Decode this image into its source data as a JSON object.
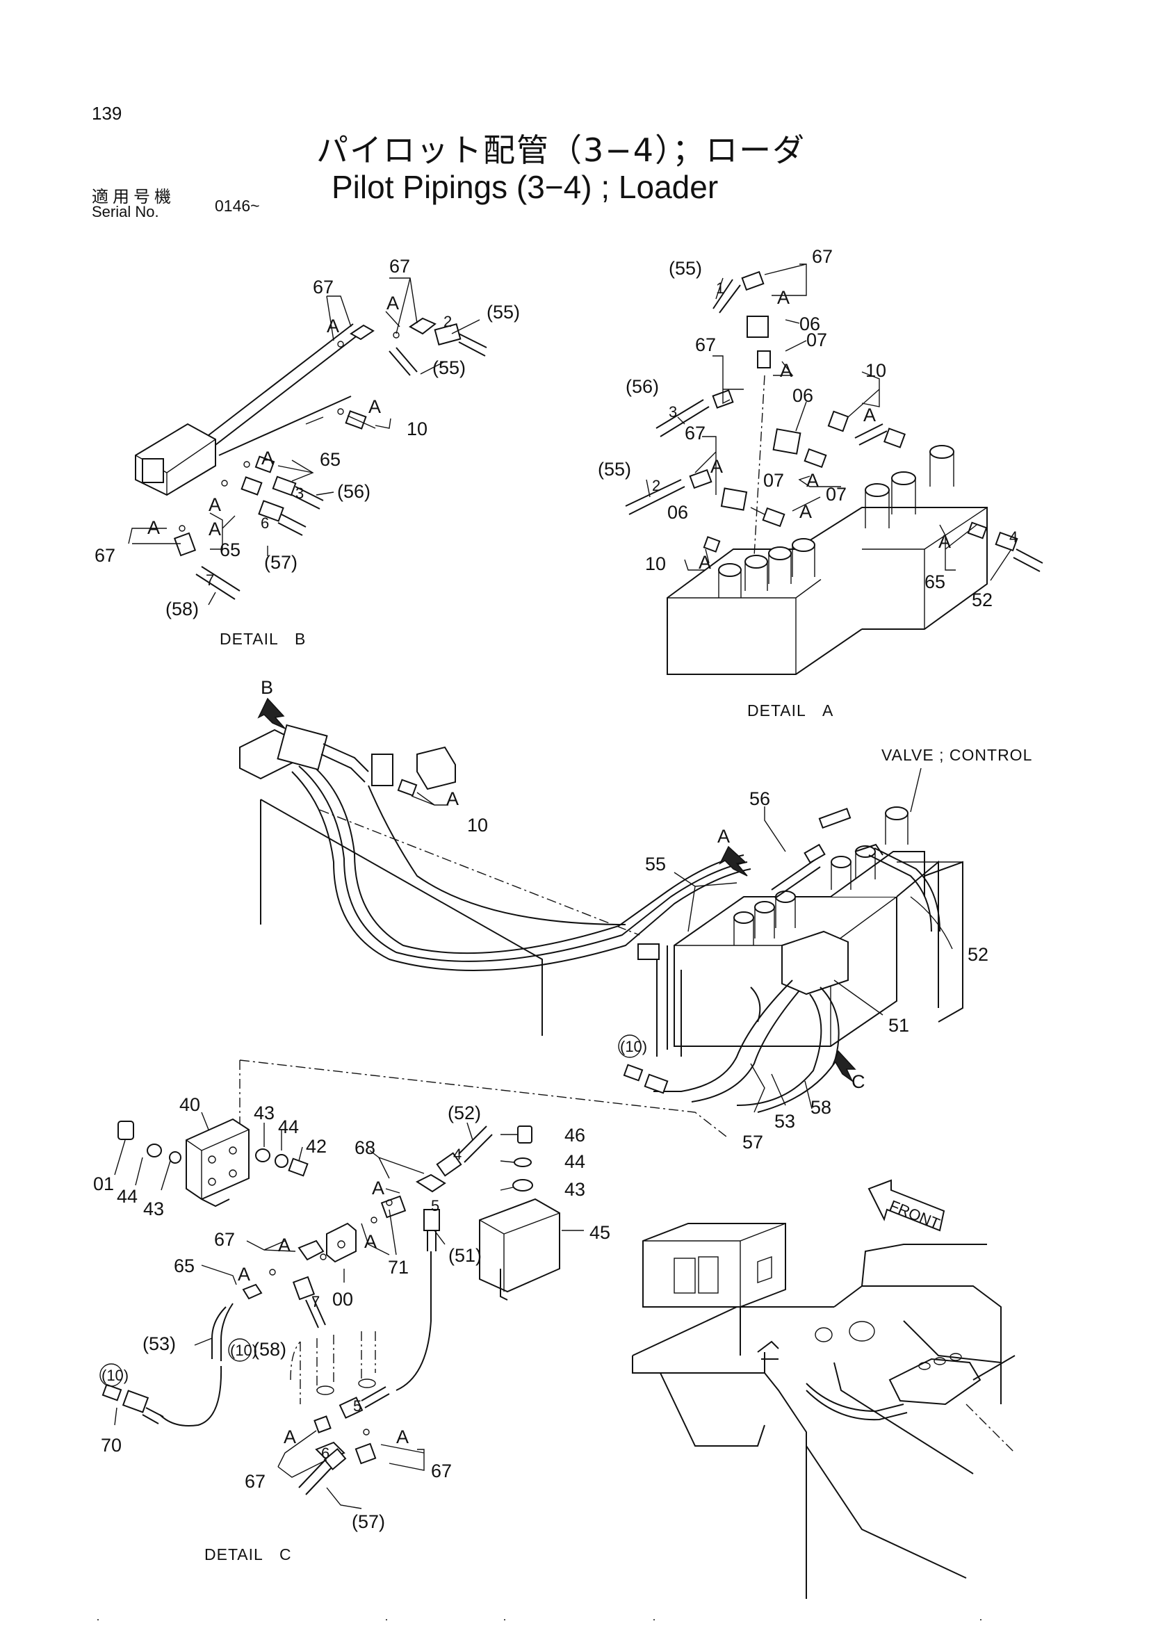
{
  "header": {
    "page_number": "139",
    "title_jp": "パイロット配管（3−4）；ローダ",
    "title_en": "Pilot Pipings (3−4) ; Loader",
    "serial_label_jp": "適用号機",
    "serial_label_en": "Serial No.",
    "serial_value": "0146~"
  },
  "captions": {
    "detail_b": "DETAIL　B",
    "detail_a": "DETAIL　A",
    "detail_c": "DETAIL　C",
    "valve_control": "VALVE ; CONTROL",
    "front": "FRONT"
  },
  "detail_b": {
    "labels": [
      "67",
      "67",
      "A",
      "A",
      "(55)",
      "2",
      "(55)",
      "A",
      "10",
      "A",
      "65",
      "3",
      "(56)",
      "A",
      "6",
      "A",
      "65",
      "(57)",
      "67",
      "A",
      "7",
      "(58)"
    ]
  },
  "detail_a": {
    "labels": [
      "(55)",
      "1",
      "67",
      "A",
      "06",
      "07",
      "A",
      "67",
      "(56)",
      "3",
      "10",
      "A",
      "06",
      "67",
      "A",
      "(55)",
      "2",
      "07",
      "A",
      "07",
      "06",
      "A",
      "10",
      "A",
      "A",
      "65",
      "4",
      "52"
    ]
  },
  "main_view": {
    "labels": [
      "B",
      "A",
      "10",
      "A",
      "56",
      "55",
      "52",
      "51",
      "C",
      "57",
      "53",
      "58",
      "(10)"
    ]
  },
  "detail_c": {
    "labels": [
      "40",
      "43",
      "44",
      "42",
      "01",
      "44",
      "43",
      "(52)",
      "4",
      "46",
      "44",
      "43",
      "68",
      "A",
      "A",
      "71",
      "5",
      "(51)",
      "45",
      "67",
      "A",
      "00",
      "65",
      "A",
      "7",
      "(58)",
      "(10)",
      "(53)",
      "(10)",
      "70",
      "5",
      "A",
      "A",
      "67",
      "6",
      "67",
      "(57)"
    ]
  }
}
